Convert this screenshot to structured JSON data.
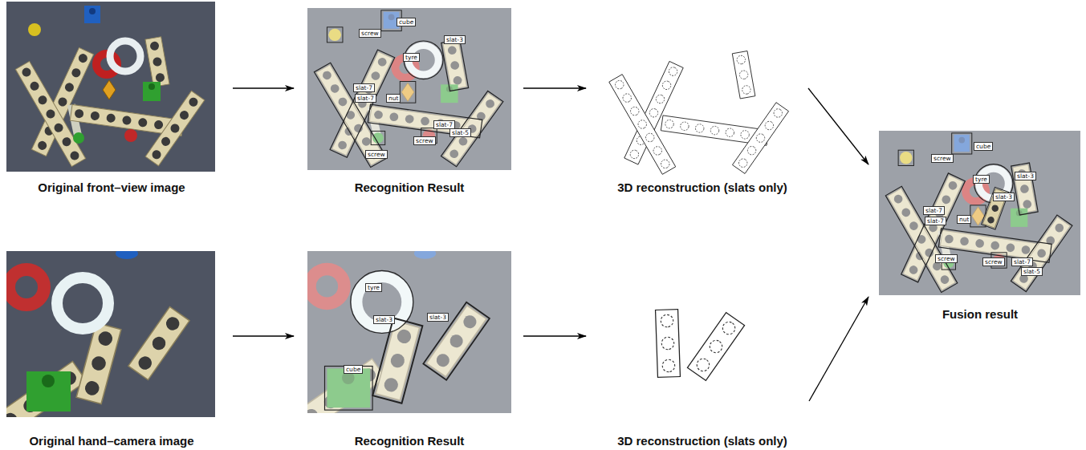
{
  "diagram": {
    "nodes": [
      {
        "text": [
          "Original front–view image"
        ]
      },
      {
        "text": [
          "Recognition Result"
        ]
      },
      {
        "text": [
          "3D reconstruction (slats only)"
        ]
      },
      {
        "text": [
          "Original hand–camera image"
        ]
      },
      {
        "text": [
          "Recognition Result"
        ]
      },
      {
        "text": [
          "3D reconstruction (slats only)"
        ]
      },
      {
        "text": [
          "Fusion result"
        ]
      }
    ],
    "edges": [
      {
        "from": 0,
        "to": 1,
        "arrow": "to"
      },
      {
        "from": 1,
        "to": 2,
        "arrow": "to"
      },
      {
        "from": 2,
        "to": 6,
        "arrow": "to"
      },
      {
        "from": 3,
        "to": 4,
        "arrow": "to"
      },
      {
        "from": 4,
        "to": 5,
        "arrow": "to"
      },
      {
        "from": 5,
        "to": 6,
        "arrow": "to"
      }
    ],
    "labels": [
      "screw",
      "cube",
      "slat-3",
      "tyre",
      "slat-7",
      "slat-7",
      "nut",
      "slat-7",
      "slat-5",
      "screw",
      "screw",
      "tyre",
      "slat-3",
      "slat-3",
      "cube",
      "screw",
      "cube",
      "slat-3",
      "tyre",
      "slat-3",
      "slat-7",
      "slat-7",
      "nut",
      "slat-7",
      "slat-5",
      "screw",
      "screw"
    ]
  }
}
